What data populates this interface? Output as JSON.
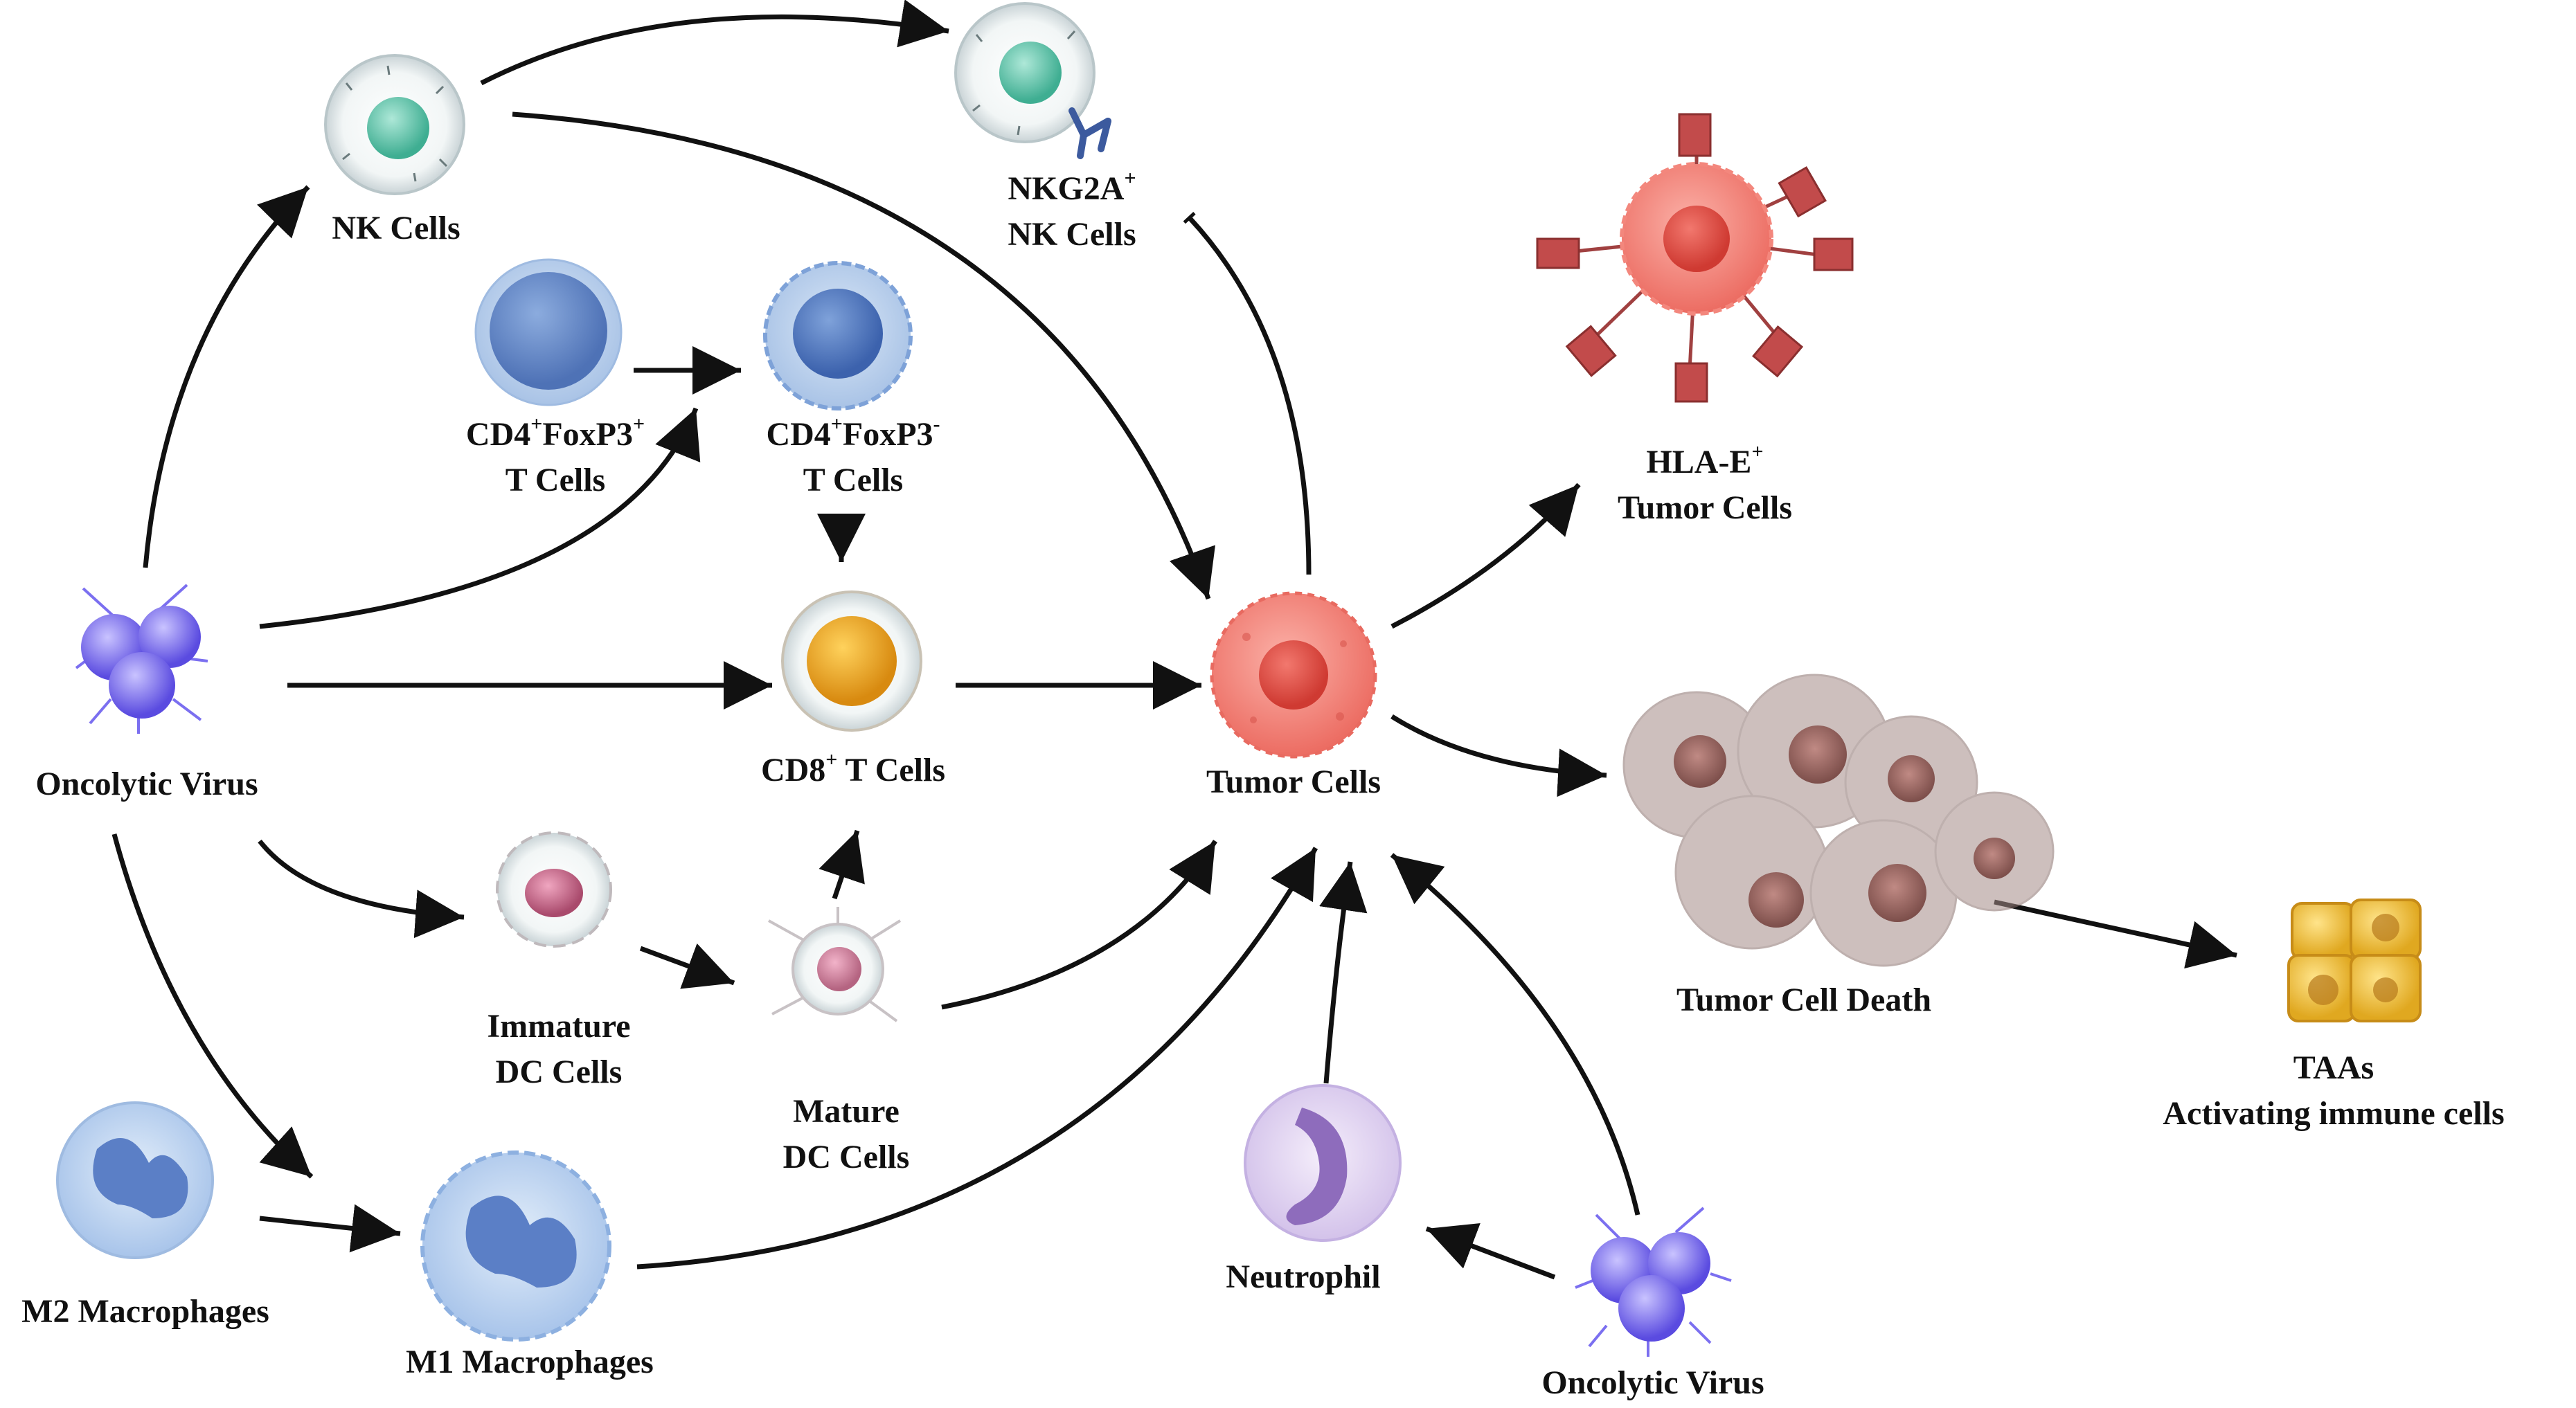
{
  "labels": {
    "nk_cells": "NK Cells",
    "nkg2a_nk": {
      "line1": "NKG2A",
      "line1_sup": "+",
      "line2": "NK Cells"
    },
    "cd4_foxp3_pos": {
      "a": "CD4",
      "a_sup": "+",
      "b": "FoxP3",
      "b_sup": "+",
      "line2": "T Cells"
    },
    "cd4_foxp3_neg": {
      "a": "CD4",
      "a_sup": "+",
      "b": "FoxP3",
      "b_sup": "-",
      "line2": "T Cells"
    },
    "hla_e_tumor": {
      "line1": "HLA-E",
      "line1_sup": "+",
      "line2": "Tumor Cells"
    },
    "oncolytic_virus_left": "Oncolytic Virus",
    "cd8_t_cells": {
      "a": "CD8",
      "a_sup": "+",
      "rest": " T Cells"
    },
    "tumor_cells": "Tumor Cells",
    "tumor_cell_death": "Tumor Cell Death",
    "immature_dc": {
      "line1": "Immature",
      "line2": "DC Cells"
    },
    "mature_dc": {
      "line1": "Mature",
      "line2": "DC Cells"
    },
    "taas": {
      "line1": "TAAs",
      "line2": "Activating immune cells"
    },
    "m2_macrophages": "M2 Macrophages",
    "m1_macrophages": "M1 Macrophages",
    "neutrophil": "Neutrophil",
    "oncolytic_virus_bottom": "Oncolytic Virus"
  },
  "colors": {
    "nk_nucleus": "#5fc0a8",
    "treg_blue": "#5b7fc6",
    "cd8_nucleus": "#e8a21e",
    "tumor": "#f07f76",
    "tumor_nucleus": "#e04b42",
    "dc_nucleus": "#c86a8a",
    "macrophage": "#6f95cf",
    "neutrophil": "#9a78c0",
    "virus": "#7b6ff0",
    "hla_receptor": "#c24b4b",
    "taa": "#f2c438",
    "dead_cells": "#8d6a66"
  }
}
